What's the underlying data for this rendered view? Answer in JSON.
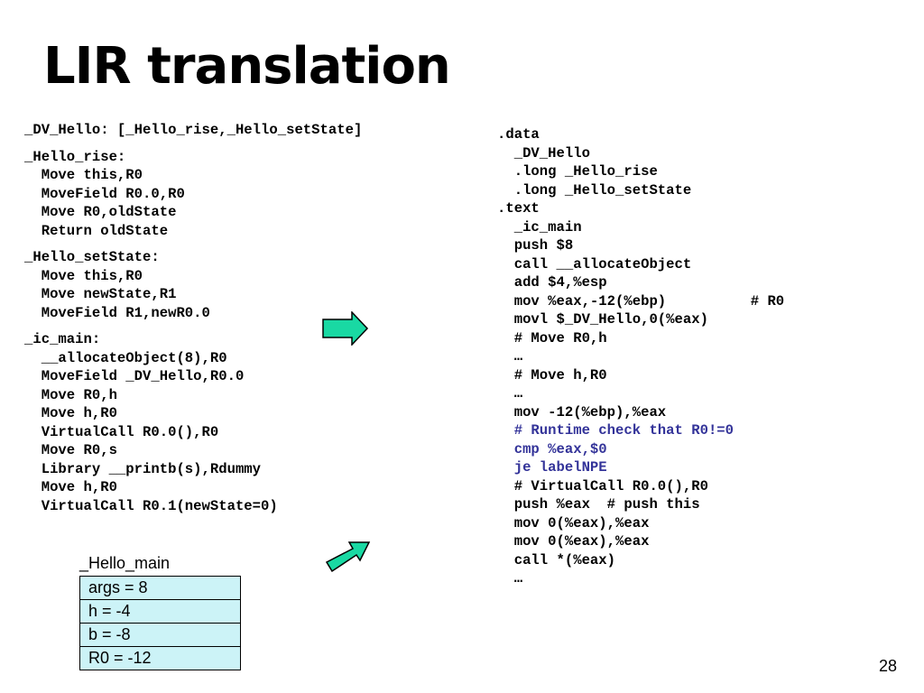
{
  "slide": {
    "title": "LIR translation",
    "page_number": "28"
  },
  "lir_code": [
    "_DV_Hello: [_Hello_rise,_Hello_setState]",
    "",
    "_Hello_rise:",
    "  Move this,R0",
    "  MoveField R0.0,R0",
    "  Move R0,oldState",
    "  Return oldState",
    "",
    "_Hello_setState:",
    "  Move this,R0",
    "  Move newState,R1",
    "  MoveField R1,newR0.0",
    "",
    "_ic_main:",
    "  __allocateObject(8),R0",
    "  MoveField _DV_Hello,R0.0",
    "  Move R0,h",
    "  Move h,R0",
    "  VirtualCall R0.0(),R0",
    "  Move R0,s",
    "  Library __printb(s),Rdummy",
    "  Move h,R0",
    "  VirtualCall R0.1(newState=0)"
  ],
  "asm_code": [
    {
      "text": ".data",
      "highlight": false
    },
    {
      "text": "  _DV_Hello",
      "highlight": false
    },
    {
      "text": "  .long _Hello_rise",
      "highlight": false
    },
    {
      "text": "  .long _Hello_setState",
      "highlight": false
    },
    {
      "text": ".text",
      "highlight": false
    },
    {
      "text": "  _ic_main",
      "highlight": false
    },
    {
      "text": "  push $8",
      "highlight": false
    },
    {
      "text": "  call __allocateObject",
      "highlight": false
    },
    {
      "text": "  add $4,%esp",
      "highlight": false
    },
    {
      "text": "  mov %eax,-12(%ebp)          # R0",
      "highlight": false
    },
    {
      "text": "  movl $_DV_Hello,0(%eax)",
      "highlight": false
    },
    {
      "text": "  # Move R0,h",
      "highlight": false
    },
    {
      "text": "  …",
      "highlight": false
    },
    {
      "text": "  # Move h,R0",
      "highlight": false
    },
    {
      "text": "  …",
      "highlight": false
    },
    {
      "text": "  mov -12(%ebp),%eax",
      "highlight": false
    },
    {
      "text": "  # Runtime check that R0!=0",
      "highlight": true
    },
    {
      "text": "  cmp %eax,$0",
      "highlight": true
    },
    {
      "text": "  je labelNPE",
      "highlight": true
    },
    {
      "text": "  # VirtualCall R0.0(),R0",
      "highlight": false
    },
    {
      "text": "  push %eax  # push this",
      "highlight": false
    },
    {
      "text": "  mov 0(%eax),%eax",
      "highlight": false
    },
    {
      "text": "  mov 0(%eax),%eax",
      "highlight": false
    },
    {
      "text": "  call *(%eax)",
      "highlight": false
    },
    {
      "text": "  …",
      "highlight": false
    }
  ],
  "frame": {
    "label": "_Hello_main",
    "rows": [
      "args = 8",
      "h = -4",
      "b = -8",
      "R0 = -12"
    ]
  },
  "colors": {
    "arrow_fill": "#19d9a3",
    "frame_fill": "#ccf3f7",
    "highlight_text": "#333399"
  },
  "icons": {
    "arrow_1": "right-arrow-icon",
    "arrow_2": "up-right-arrow-icon"
  }
}
